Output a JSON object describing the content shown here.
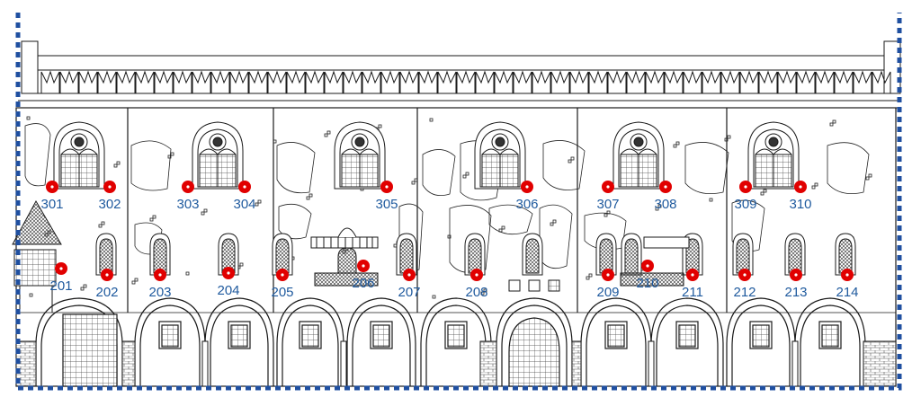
{
  "colors": {
    "frame": "#1f4fa0",
    "marker": "#e10000",
    "label": "#1f5a9e",
    "line": "#1a1a1a"
  },
  "markers_upper": [
    "301",
    "302",
    "303",
    "304",
    "305",
    "306",
    "307",
    "308",
    "309",
    "310"
  ],
  "markers_lower": [
    "201",
    "202",
    "203",
    "204",
    "205",
    "206",
    "207",
    "208",
    "209",
    "210",
    "211",
    "212",
    "213",
    "214"
  ]
}
